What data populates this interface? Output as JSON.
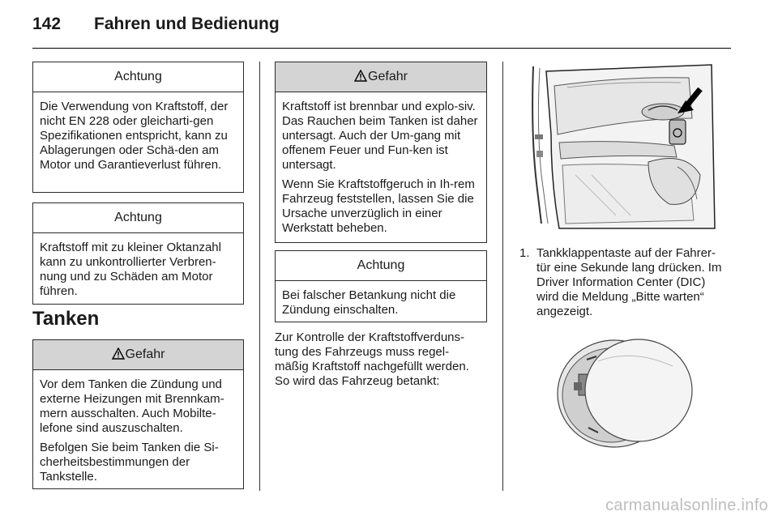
{
  "header": {
    "page_number": "142",
    "title": "Fahren und Bedienung"
  },
  "col1": {
    "box1": {
      "heading": "Achtung",
      "paragraphs": [
        "Die Verwendung von Kraftstoff, der nicht EN 228 oder gleicharti-gen Spezifikationen entspricht, kann zu Ablagerungen oder Schä-den am Motor und Garantieverlust führen."
      ]
    },
    "box2": {
      "heading": "Achtung",
      "paragraphs": [
        "Kraftstoff mit zu kleiner Oktanzahl kann zu unkontrollierter Verbren-nung und zu Schäden am Motor führen."
      ]
    },
    "section_title": "Tanken",
    "box3": {
      "heading": "Gefahr",
      "paragraphs": [
        "Vor dem Tanken die Zündung und externe Heizungen mit Brennkam-mern ausschalten. Auch Mobilte-lefone sind auszuschalten.",
        "Befolgen Sie beim Tanken die Si-cherheitsbestimmungen der Tankstelle."
      ]
    }
  },
  "col2": {
    "box4": {
      "heading": "Gefahr",
      "paragraphs": [
        "Kraftstoff ist brennbar und explo-siv. Das Rauchen beim Tanken ist daher untersagt. Auch der Um-gang mit offenem Feuer und Fun-ken ist untersagt.",
        "Wenn Sie Kraftstoffgeruch in Ih-rem Fahrzeug feststellen, lassen Sie die Ursache unverzüglich in einer Werkstatt beheben."
      ]
    },
    "box5": {
      "heading": "Achtung",
      "paragraphs": [
        "Bei falscher Betankung nicht die Zündung einschalten."
      ]
    },
    "paragraph": [
      "Zur Kontrolle der Kraftstoffverduns-",
      "tung des Fahrzeugs muss regel-",
      "mäßig Kraftstoff nachgefüllt werden.",
      "So wird das Fahrzeug betankt:"
    ]
  },
  "col3": {
    "step": {
      "number": "1.",
      "lines": [
        "Tankklappentaste auf der Fahrer-",
        "tür eine Sekunde lang drücken. Im",
        "Driver Information Center (DIC)",
        "wird die Meldung „Bitte warten“",
        "angezeigt."
      ]
    }
  },
  "watermark": "carmanualsonline.info"
}
